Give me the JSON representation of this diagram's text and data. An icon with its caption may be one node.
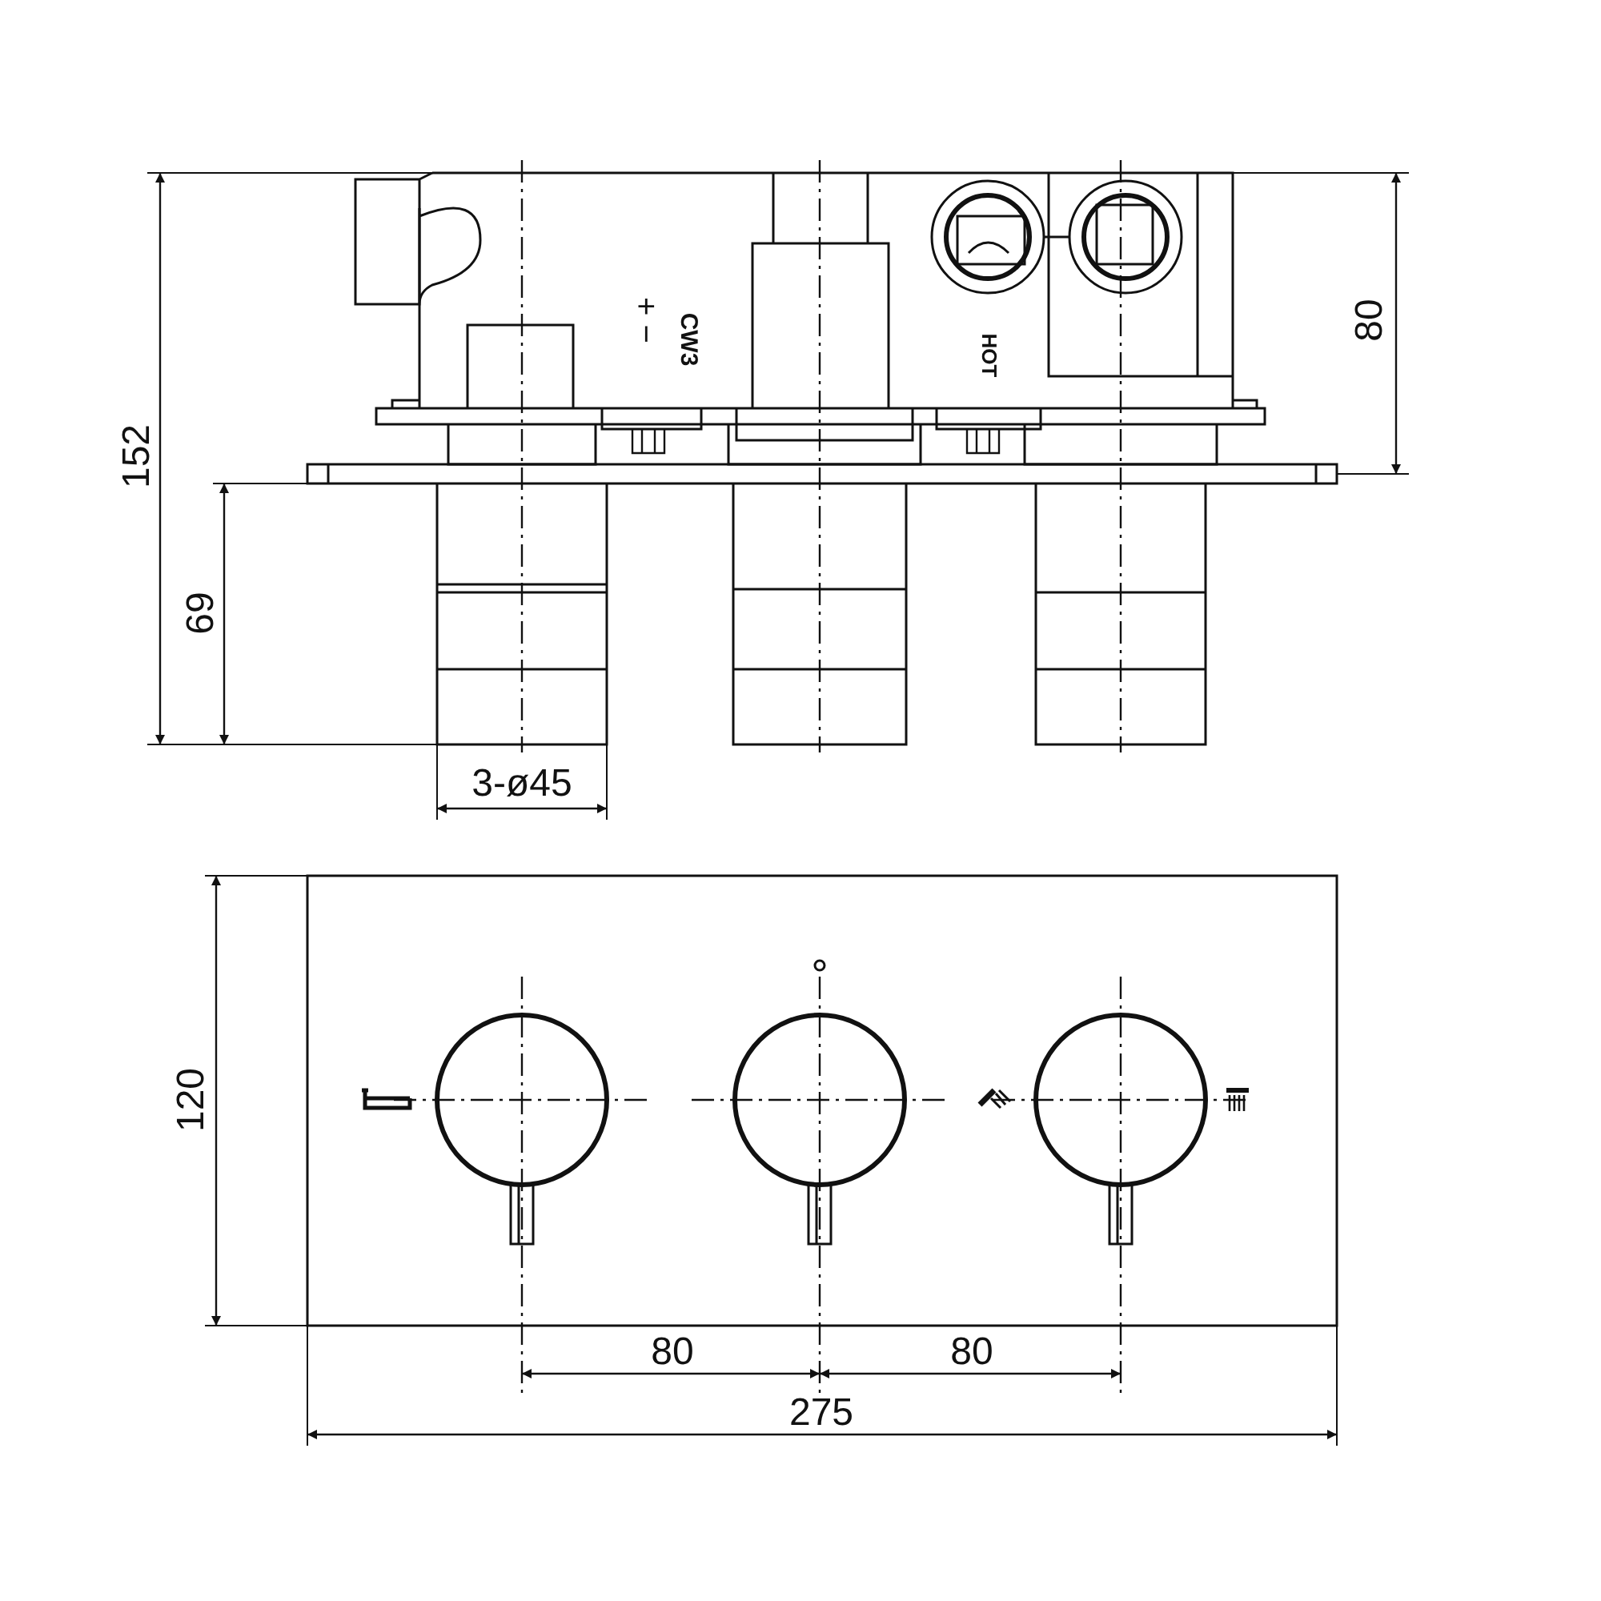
{
  "diagram": {
    "labels": [
      "152",
      "80",
      "CW3",
      "+ −",
      "HOT",
      "69",
      "3-ø45",
      "120",
      "80",
      "80",
      "275"
    ]
  }
}
